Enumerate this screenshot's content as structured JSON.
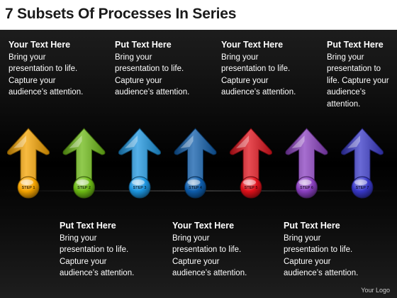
{
  "title": "7 Subsets Of Processes In Series",
  "top_texts": [
    {
      "heading": "Your Text Here",
      "body": "Bring your presentation to life. Capture your audience’s attention."
    },
    {
      "heading": "Put Text Here",
      "body": "Bring your presentation to life. Capture your audience’s attention."
    },
    {
      "heading": "Your Text Here",
      "body": "Bring your presentation to life. Capture your audience’s attention."
    },
    {
      "heading": "Put Text Here",
      "body": "Bring your presentation to life. Capture your audience’s attention."
    }
  ],
  "bottom_texts": [
    {
      "heading": "Put Text Here",
      "body": "Bring your presentation to life. Capture your audience’s attention."
    },
    {
      "heading": "Your Text Here",
      "body": "Bring your presentation to life. Capture your audience’s attention."
    },
    {
      "heading": "Put Text Here",
      "body": "Bring your presentation to life. Capture your audience’s attention."
    }
  ],
  "steps": [
    {
      "label": "STEP 1",
      "color": "#f6a400"
    },
    {
      "label": "STEP 2",
      "color": "#6cba14"
    },
    {
      "label": "STEP 3",
      "color": "#1c95e0"
    },
    {
      "label": "STEP 4",
      "color": "#0d5cab"
    },
    {
      "label": "STEP 5",
      "color": "#e0101a"
    },
    {
      "label": "STEP 6",
      "color": "#8a3fc0"
    },
    {
      "label": "STEP 7",
      "color": "#3838c8"
    }
  ],
  "logo": "Your Logo"
}
